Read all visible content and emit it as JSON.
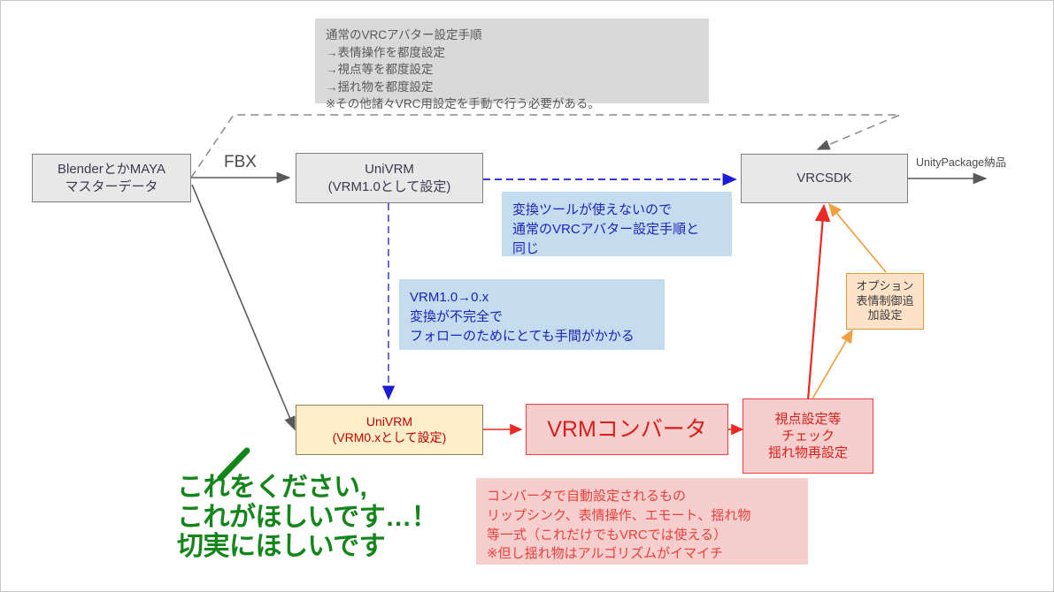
{
  "diagram": {
    "title_note": "VRC avatar workflow diagram",
    "colors": {
      "gray_box_fill": "#e8e8e8",
      "gray_box_border": "#7f7f7f",
      "yellow_box_fill": "#fdeec9",
      "red_box_fill": "#f6cecd",
      "red_accent": "#e8413c",
      "orange_accent": "#e09a40",
      "blue_accent": "#1d22b8",
      "green_accent": "#13851b",
      "callout_gray_fill": "#d9d9d9",
      "callout_blue_fill": "#c5dcee"
    },
    "nodes": {
      "master_data": "BlenderとかMAYA\nマスターデータ",
      "univrm_1": "UniVRM\n(VRM1.0として設定)",
      "vrcsdk": "VRCSDK",
      "univrm_0": "UniVRM\n(VRM0.xとして設定)",
      "vrm_converter": "VRMコンバータ",
      "recheck": "視点設定等\nチェック\n揺れ物再設定",
      "option": "オプション\n表情制御追\n加設定"
    },
    "edge_labels": {
      "fbx": "FBX",
      "unitypackage": "UnityPackage納品"
    },
    "callouts": {
      "normal_procedure": "通常のVRCアバター設定手順\n→表情操作を都度設定\n→視点等を都度設定\n→揺れ物を都度設定\n※その他諸々VRC用設定を手動で行う必要がある。",
      "no_converter": "変換ツールが使えないので\n通常のVRCアバター設定手順と\n同じ",
      "conversion_incomplete": "VRM1.0→0.x\n変換が不完全で\nフォローのためにとても手間がかかる",
      "converter_auto": "コンバータで自動設定されるもの\nリップシンク、表情操作、エモート、揺れ物\n等一式（これだけでもVRCでは使える）\n※但し揺れ物はアルゴリズムがイマイチ"
    },
    "annotation": {
      "handwritten_wish": "これをください,\nこれがほしいです…！\n切実にほしいです"
    }
  }
}
